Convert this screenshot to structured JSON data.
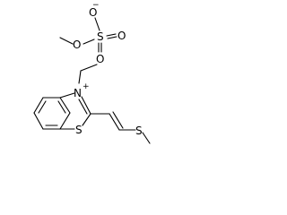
{
  "molecule": {
    "anion": {
      "atoms": {
        "o_minus_label": "O",
        "o_minus_charge": "−",
        "o_methoxy_label": "O",
        "s_label": "S",
        "o_right_label": "O",
        "o_bottom_label": "O"
      }
    },
    "cation": {
      "atoms": {
        "n_label": "N",
        "n_charge": "+",
        "s_ring_label": "S",
        "s_thio_label": "S"
      }
    }
  }
}
